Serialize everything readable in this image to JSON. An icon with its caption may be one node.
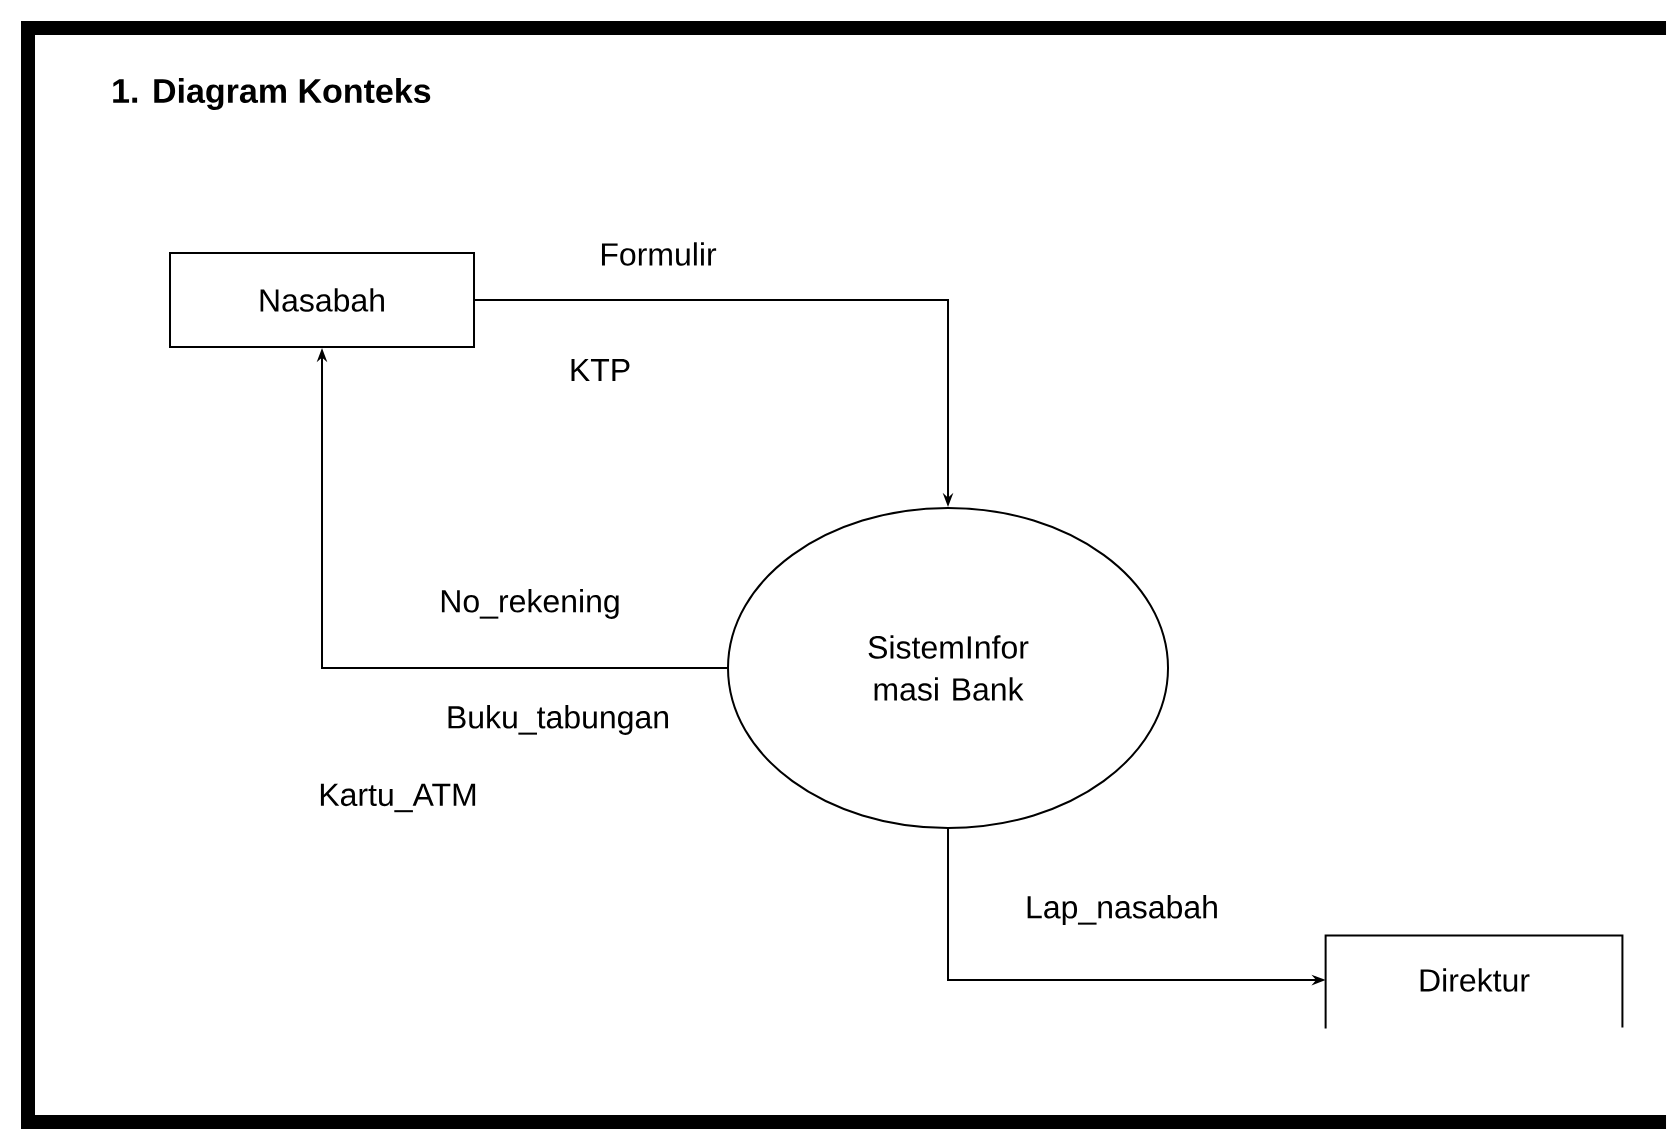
{
  "diagram": {
    "title": "1. Diagram Konteks",
    "nodes": [
      {
        "text": [
          "Nasabah"
        ]
      },
      {
        "text": [
          "SistemInfor masi Bank"
        ]
      },
      {
        "text": [
          "Direktur"
        ]
      }
    ],
    "edges": [
      {
        "from": 0,
        "to": 1,
        "arrow": "to",
        "label": "Formulir"
      },
      {
        "from": 1,
        "to": 0,
        "arrow": "to",
        "label": "No_rekening"
      },
      {
        "from": 1,
        "to": 2,
        "arrow": "to",
        "label": "Lap_nasabah"
      }
    ],
    "labels": [
      "KTP",
      "Buku_tabungan",
      "Kartu_ATM"
    ]
  }
}
